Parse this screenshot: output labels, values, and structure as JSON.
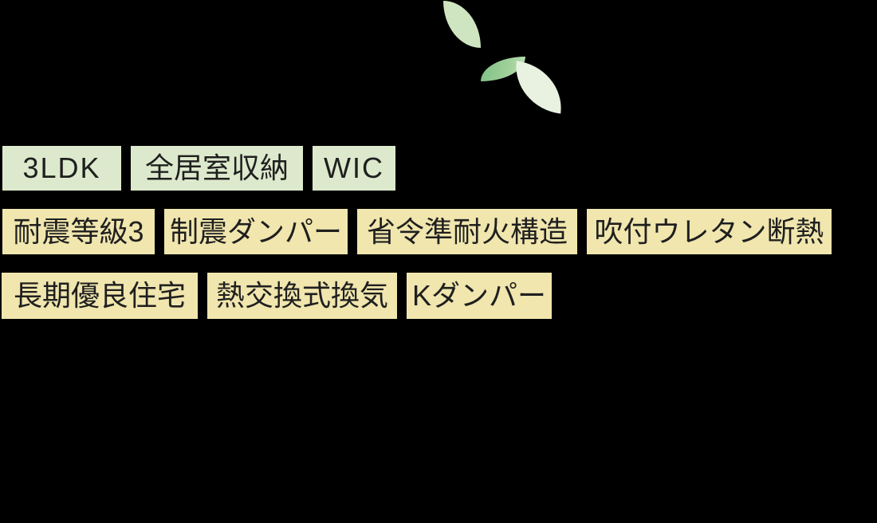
{
  "page": {
    "background_color": "#000000"
  },
  "decoration": {
    "leaves": [
      {
        "name": "leaf-top",
        "color": "#cfe5c1"
      },
      {
        "name": "leaf-middle",
        "color_dark": "#7ebf86",
        "color_light": "#bcdeb2"
      },
      {
        "name": "leaf-large",
        "color": "#e9f2e0"
      }
    ]
  },
  "colors": {
    "badge_green": "#dde9cc",
    "badge_yellow": "#f0e6ae",
    "badge_text": "#1f1f1f"
  },
  "badge_rows": [
    {
      "style": "green",
      "badges": [
        {
          "label": "3LDK"
        },
        {
          "label": "全居室収納"
        },
        {
          "label": "WIC"
        }
      ]
    },
    {
      "style": "yellow",
      "badges": [
        {
          "label": "耐震等級3"
        },
        {
          "label": "制震ダンパー"
        },
        {
          "label": "省令準耐火構造"
        },
        {
          "label": "吹付ウレタン断熱"
        }
      ]
    },
    {
      "style": "yellow",
      "badges": [
        {
          "label": "長期優良住宅"
        },
        {
          "label": "熱交換式換気"
        },
        {
          "label": "Kダンパー"
        }
      ]
    }
  ]
}
